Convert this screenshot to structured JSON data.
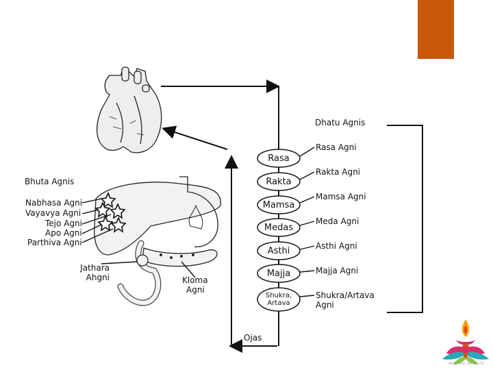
{
  "accent_color": "#c8590a",
  "headings": {
    "dhatu": "Dhatu Agnis",
    "bhuta": "Bhuta Agnis"
  },
  "bhuta_agnis": [
    "Nabhasa Agni",
    "Vayavya Agni",
    "Tejo Agni",
    "Apo Agni",
    "Parthiva Agni"
  ],
  "organ_labels": {
    "jathara": [
      "Jathara",
      "Ahgni"
    ],
    "kloma": [
      "Kloma",
      "Agni"
    ]
  },
  "dhatus": [
    "Rasa",
    "Rakta",
    "Mamsa",
    "Medas",
    "Asthi",
    "Majja",
    "Shukra,",
    "Artava"
  ],
  "dhatu_agnis": [
    "Rasa Agni",
    "Rakta Agni",
    "Mamsa Agni",
    "Meda Agni",
    "Asthi Agni",
    "Majja Agni",
    "Shukra/Artava",
    "Agni"
  ],
  "ojas": "Ojas",
  "icons": [
    "heart-illustration",
    "digestive-organs-illustration",
    "star-icon",
    "lotus-lamp-logo"
  ],
  "logo_text": "SPIRITUAL INSTITUTE"
}
